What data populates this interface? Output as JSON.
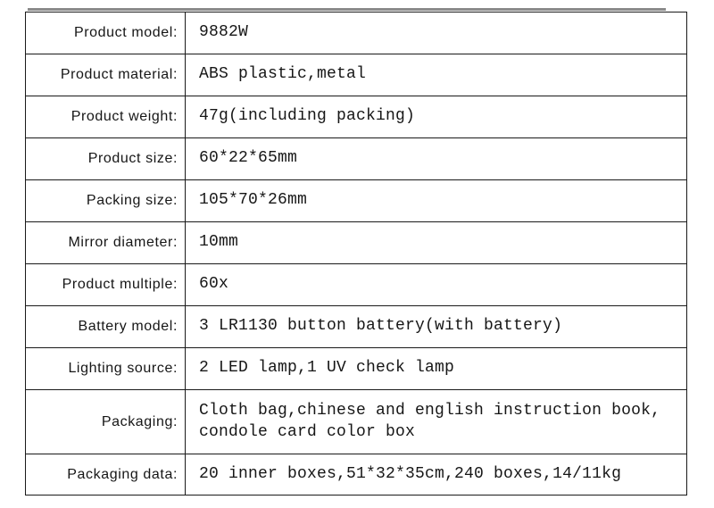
{
  "colors": {
    "border": "#1a1a1a",
    "text": "#161616",
    "accent_line": "#8a8a8a",
    "background": "#ffffff"
  },
  "spec_table": {
    "rows": [
      {
        "label": "Product model:",
        "value": "9882W"
      },
      {
        "label": "Product material:",
        "value": "ABS plastic,metal"
      },
      {
        "label": "Product weight:",
        "value": "47g(including packing)"
      },
      {
        "label": "Product size:",
        "value": "60*22*65mm"
      },
      {
        "label": "Packing size:",
        "value": "105*70*26mm"
      },
      {
        "label": "Mirror diameter:",
        "value": "10mm"
      },
      {
        "label": "Product multiple:",
        "value": "60x"
      },
      {
        "label": "Battery model:",
        "value": "3 LR1130 button battery(with battery)"
      },
      {
        "label": "Lighting source:",
        "value": "2 LED lamp,1 UV check lamp"
      },
      {
        "label": "Packaging:",
        "value": "Cloth bag,chinese and english instruction book,\ncondole card color box"
      },
      {
        "label": "Packaging data:",
        "value": "20 inner boxes,51*32*35cm,240 boxes,14/11kg"
      }
    ]
  }
}
